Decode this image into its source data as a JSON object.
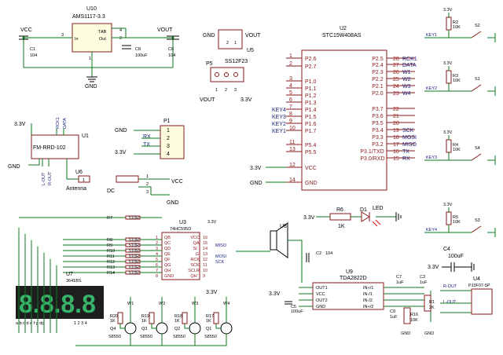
{
  "reg": {
    "ref": "U10",
    "part": "AMS1117-3.3",
    "in": "In",
    "out": "Out",
    "tab": "TAB",
    "gnd": "GND",
    "vcc": "VCC",
    "vout": "VOUT",
    "p1": "1",
    "p2": "2",
    "p3": "3",
    "p4": "4"
  },
  "caps": {
    "c1": "C1",
    "c1v": "104",
    "c8": "C8",
    "c8v": "100uF",
    "c6": "C6",
    "c6v": "104",
    "c4": "C4",
    "c4v": "100uF",
    "c5": "C5",
    "c5v": "100uF",
    "c2": "C2",
    "c2v": "104",
    "c7": "C7",
    "c7v": "1uF",
    "c3": "C3",
    "c3v": "1uF",
    "c9": "C9",
    "c9v": "1uF"
  },
  "u5": {
    "ref": "U5",
    "part": "SS12F23",
    "gnd": "GND",
    "vout": "VOUT",
    "p5": "P5",
    "v33": "3.3V",
    "vout2": "VOUT",
    "p1": "1",
    "p2": "2",
    "p3": "3"
  },
  "mcu": {
    "ref": "U2",
    "part": "STC15W408AS",
    "left": [
      {
        "num": "1",
        "pin": "P2.6",
        "net": ""
      },
      {
        "num": "2",
        "pin": "P2.7",
        "net": ""
      },
      {
        "num": "3",
        "pin": "P1.0",
        "net": ""
      },
      {
        "num": "4",
        "pin": "P1.1",
        "net": ""
      },
      {
        "num": "5",
        "pin": "P1.2",
        "net": ""
      },
      {
        "num": "6",
        "pin": "P1.3",
        "net": ""
      },
      {
        "num": "7",
        "pin": "P1.4",
        "net": "KEY4"
      },
      {
        "num": "8",
        "pin": "P1.5",
        "net": "KEY3"
      },
      {
        "num": "9",
        "pin": "P1.6",
        "net": "KEY2"
      },
      {
        "num": "10",
        "pin": "P1.7",
        "net": "KEY1"
      },
      {
        "num": "11",
        "pin": "P5.4",
        "net": ""
      },
      {
        "num": "13",
        "pin": "P5.5",
        "net": ""
      },
      {
        "num": "12",
        "pin": "VCC",
        "net": "3.3V"
      },
      {
        "num": "14",
        "pin": "GND",
        "net": "GND"
      }
    ],
    "right": [
      {
        "num": "28",
        "pin": "P2.5",
        "net": "RCK1"
      },
      {
        "num": "27",
        "pin": "P2.4",
        "net": "DATA"
      },
      {
        "num": "26",
        "pin": "P2.3",
        "net": "W1"
      },
      {
        "num": "25",
        "pin": "P2.2",
        "net": "W2"
      },
      {
        "num": "24",
        "pin": "P2.1",
        "net": "W3"
      },
      {
        "num": "23",
        "pin": "P2.0",
        "net": "W4"
      },
      {
        "num": "22",
        "pin": "P3.7",
        "net": ""
      },
      {
        "num": "21",
        "pin": "P3.6",
        "net": ""
      },
      {
        "num": "20",
        "pin": "P3.5",
        "net": ""
      },
      {
        "num": "19",
        "pin": "P3.4",
        "net": "SCK"
      },
      {
        "num": "18",
        "pin": "P3.3",
        "net": "MOSI"
      },
      {
        "num": "17",
        "pin": "P3.2",
        "net": "MISO"
      },
      {
        "num": "16",
        "pin": "P3.1/TXD",
        "net": "TX"
      },
      {
        "num": "15",
        "pin": "P3.0/RXD",
        "net": "RX"
      }
    ]
  },
  "rf": {
    "ref": "U1",
    "part": "FM-RRD-102",
    "v33": "3.3V",
    "gnd": "GND",
    "rck": "RCK1",
    "data": "DATA",
    "lout": "L-OUT",
    "rout": "R-OUT"
  },
  "u6": {
    "ref": "U6",
    "label": "Antenna",
    "pin": "1"
  },
  "p1": {
    "ref": "P1",
    "gnd": "GND",
    "rx": "RX",
    "tx": "TX",
    "v33": "3.3V",
    "pins": [
      "1",
      "2",
      "3",
      "4"
    ]
  },
  "dc": {
    "label": "DC",
    "vcc": "VCC",
    "gnd": "GND",
    "pins": [
      "1",
      "2",
      "3"
    ]
  },
  "keys": [
    {
      "v": "3.3V",
      "r": "R2",
      "rv": "10K",
      "key": "KEY1",
      "sw": "S2"
    },
    {
      "v": "3.3V",
      "r": "R3",
      "rv": "10K",
      "key": "KEY2",
      "sw": "S1"
    },
    {
      "v": "3.3V",
      "r": "R4",
      "rv": "10K",
      "key": "KEY3",
      "sw": "S4"
    },
    {
      "v": "3.3V",
      "r": "R5",
      "rv": "10K",
      "key": "KEY4",
      "sw": "S3"
    }
  ],
  "led": {
    "v": "3.3V",
    "r": "R6",
    "rv": "1K",
    "d": "D1",
    "label": "LED"
  },
  "shift": {
    "ref": "U3",
    "part": "74HC595D",
    "resistors": [
      {
        "r": "R7",
        "v": "510R"
      },
      {
        "r": "R8",
        "v": "510R"
      },
      {
        "r": "R9",
        "v": "510R"
      },
      {
        "r": "R10",
        "v": "510R"
      },
      {
        "r": "R11",
        "v": "510R"
      },
      {
        "r": "R12",
        "v": "510R"
      },
      {
        "r": "R13",
        "v": "510R"
      },
      {
        "r": "R14",
        "v": "510R"
      }
    ],
    "pinsL": [
      "QB",
      "QC",
      "QD",
      "QE",
      "QF",
      "QG",
      "QH",
      "GND"
    ],
    "pinsR": [
      "VCC",
      "QA",
      "SI",
      "G",
      "RCK",
      "SCK",
      "SCLR",
      "QH'"
    ],
    "numsL": [
      "1",
      "2",
      "3",
      "4",
      "5",
      "6",
      "7",
      "8"
    ],
    "numsR": [
      "16",
      "15",
      "14",
      "13",
      "12",
      "11",
      "10",
      "9"
    ],
    "nets": {
      "v33": "3.3V",
      "miso": "MISO",
      "mosi": "MOSI",
      "sck": "SCK",
      "rck": "RCK"
    }
  },
  "disp": {
    "ref": "U7",
    "part": "3641BS",
    "digits": "8.8.8.8",
    "pins": "a b c d e f g dp",
    "com": "1 2 3 4"
  },
  "trans": [
    {
      "q": "Q4",
      "part": "S8550",
      "r": "R20",
      "rv": "1K",
      "w": "W1"
    },
    {
      "q": "Q3",
      "part": "S8550",
      "r": "R19",
      "rv": "1K",
      "w": "W2"
    },
    {
      "q": "Q2",
      "part": "S8550",
      "r": "R18",
      "rv": "1K",
      "w": "W3"
    },
    {
      "q": "Q1",
      "part": "S8550",
      "r": "R17",
      "rv": "1K",
      "w": "W4"
    }
  ],
  "trv": "3.3V",
  "amp": {
    "ref": "U9",
    "part": "TDA2822D",
    "u8": "U8",
    "pinsL": [
      "OUT1",
      "VCC",
      "OUT2",
      "GND"
    ],
    "pinsR": [
      "IN+/1",
      "IN-/1",
      "IN-/2",
      "IN+/2"
    ],
    "v33": "3.3V"
  },
  "jack": {
    "ref": "U4",
    "part": "PJ3F07-5P",
    "rout": "R-OUT",
    "lout": "L-OUT",
    "r1": "R1",
    "r1v": "2K",
    "r16": "R16",
    "r16v": "10K",
    "gnd": "GND",
    "v33": "3.3V"
  }
}
